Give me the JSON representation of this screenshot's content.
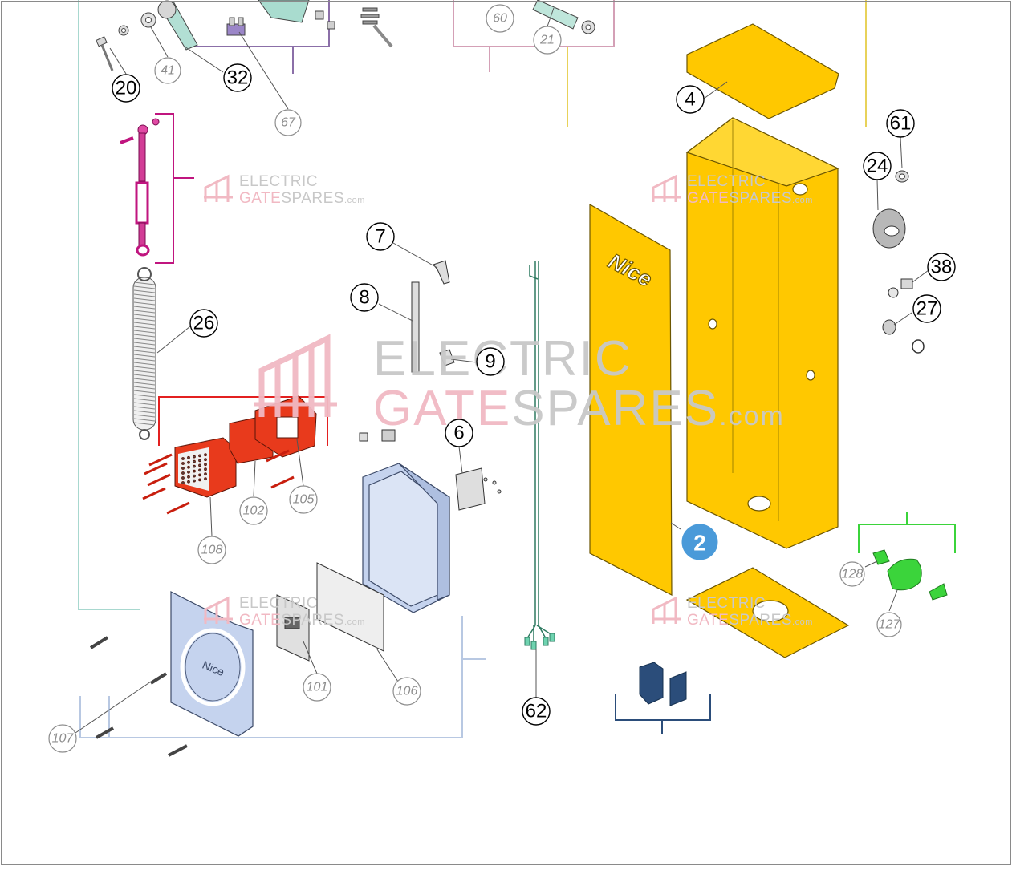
{
  "watermark": {
    "line1": "ELECTRIC",
    "line2_a": "GATE",
    "line2_b": "SPARES",
    "suffix": ".com",
    "color_gray": "#c8c8c8",
    "color_pink": "#f1b9c3"
  },
  "badge": {
    "label": "2",
    "color": "#4a9ad9"
  },
  "callouts": {
    "c20": "20",
    "c41": "41",
    "c32": "32",
    "c67": "67",
    "c60": "60",
    "c21": "21",
    "c4": "4",
    "c61": "61",
    "c24": "24",
    "c38": "38",
    "c27": "27",
    "c7": "7",
    "c8": "8",
    "c9": "9",
    "c26": "26",
    "c6": "6",
    "c102": "102",
    "c105": "105",
    "c108": "108",
    "c101": "101",
    "c106": "106",
    "c107": "107",
    "c62": "62",
    "c128": "128",
    "c127": "127"
  },
  "brand": {
    "nice": "Nice"
  },
  "colors": {
    "cabinet": "#ffc800",
    "cabinet_stroke": "#6b5500",
    "red_parts": "#e83a1c",
    "blue_box": "#c5d3ee",
    "green_cap": "#3bd43b",
    "magenta": "#c0157f",
    "navy_clip": "#2b4d7a"
  }
}
